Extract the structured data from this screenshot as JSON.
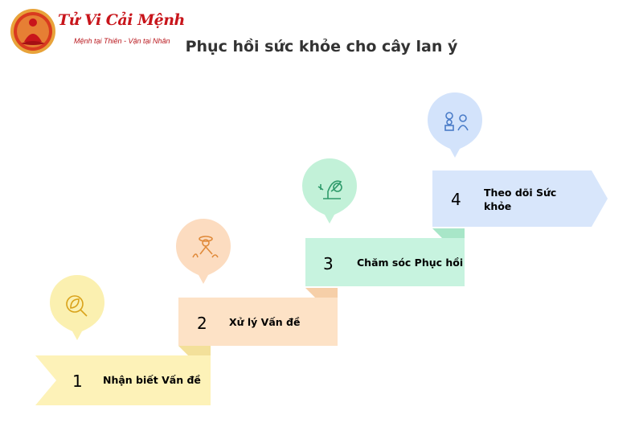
{
  "brand": {
    "name": "Tử Vi Cải Mệnh",
    "tagline": "Mệnh tại Thiên - Vận tại Nhân"
  },
  "title": "Phục hồi sức khỏe cho cây lan ý",
  "steps": [
    {
      "number": "1",
      "label": "Nhận biết Vấn đề",
      "icon": "magnifier-leaf-icon",
      "color": "#fdf2b8",
      "bubble": "#fbf0b0"
    },
    {
      "number": "2",
      "label": "Xử lý Vấn đề",
      "icon": "gardener-icon",
      "color": "#fde2c6",
      "bubble": "#fcdcc0"
    },
    {
      "number": "3",
      "label": "Chăm sóc Phục hồi",
      "icon": "watering-plant-icon",
      "color": "#c7f3df",
      "bubble": "#c2f1d8"
    },
    {
      "number": "4",
      "label": "Theo dõi Sức khỏe",
      "icon": "flower-monitor-icon",
      "color": "#d8e6fb",
      "bubble": "#d3e3fb"
    }
  ]
}
